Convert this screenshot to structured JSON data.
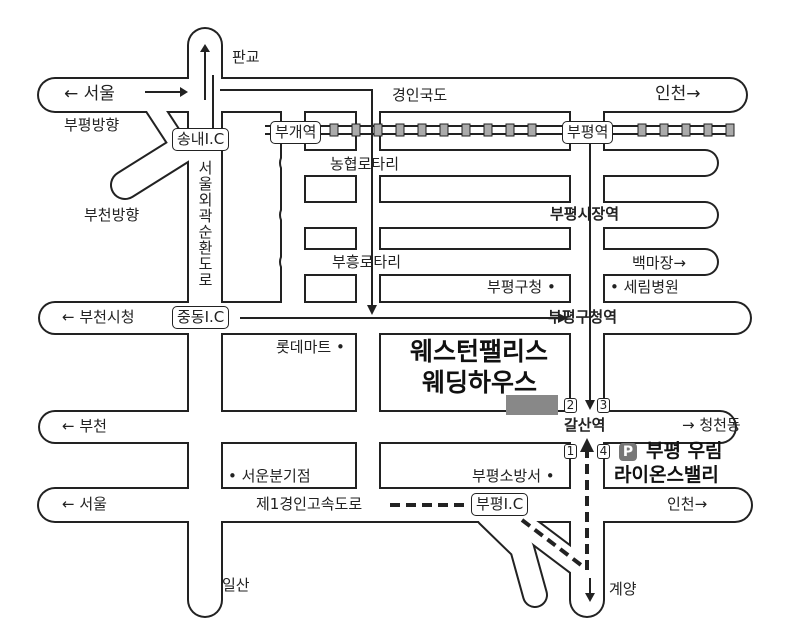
{
  "colors": {
    "road_outline": "#222222",
    "road_fill": "#ffffff",
    "venue_marker": "#888888",
    "parking": "#777777"
  },
  "labels": {
    "pangyo": "판교",
    "seoul_top": "← 서울",
    "incheon_top": "인천→",
    "gyeongin_road": "경인국도",
    "bupyeong_dir": "부평방향",
    "bucheon_dir": "부천방향",
    "songnae_ic": "송내I.C",
    "bugae_station": "부개역",
    "bupyeong_station": "부평역",
    "nonghyup_rotary": "농협로타리",
    "outer_ring_road": "서울외곽순환도로",
    "bupyeong_market_station": "부평시장역",
    "buheung_rotary": "부흥로타리",
    "baekmajang": "백마장→",
    "bupyeong_gu_office": "부평구청 •",
    "serim_hospital": "• 세림병원",
    "bucheon_cityhall": "← 부천시청",
    "jungdong_ic": "중동I.C",
    "bupyeong_gu_office_station": "부평구청역",
    "lotte_mart": "롯데마트 •",
    "venue_line1": "웨스턴팰리스",
    "venue_line2": "웨딩하우스",
    "exit2": "2",
    "exit3": "3",
    "exit1": "1",
    "exit4": "4",
    "galsan_station": "갈산역",
    "cheongcheon": "→ 청천동",
    "bucheon": "← 부천",
    "parking_icon": "P",
    "woorim_line1": "부평 우림",
    "woorim_line2": "라이온스밸리",
    "seoun_jct": "• 서운분기점",
    "fire_station": "부평소방서 •",
    "seoul_bottom": "← 서울",
    "gyeongin_expressway": "제1경인고속도로",
    "bupyeong_ic": "부평I.C",
    "incheon_bottom": "인천→",
    "ilsan": "일산",
    "gyeyang": "계양"
  }
}
